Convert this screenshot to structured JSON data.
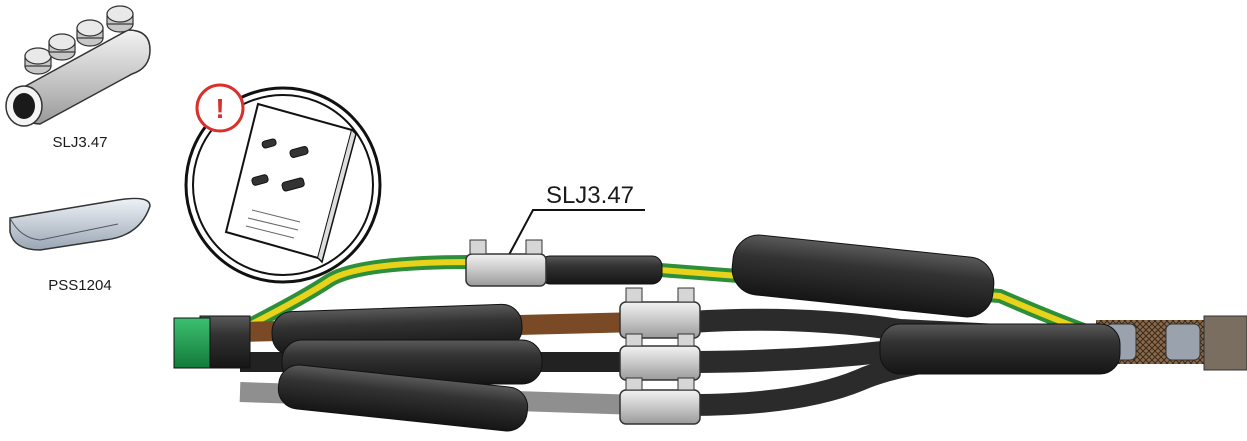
{
  "parts": [
    {
      "code": "SLJ3.47",
      "icon": "bolted-connector-icon"
    },
    {
      "code": "PSS1204",
      "icon": "half-shell-icon"
    }
  ],
  "callout": {
    "label": "SLJ3.47"
  },
  "warning": {
    "symbol": "!",
    "icon": "instruction-booklet-icon"
  },
  "colors": {
    "earth_yellow": "#e8d21a",
    "earth_green": "#2e8f3a",
    "sheath_green": "#1f9a4f",
    "brown_core": "#7a4a26",
    "grey_core": "#8f8f8f",
    "black_sleeve": "#2b2b2b",
    "connector": "#c9c9c9",
    "alert_red": "#d9302c"
  }
}
